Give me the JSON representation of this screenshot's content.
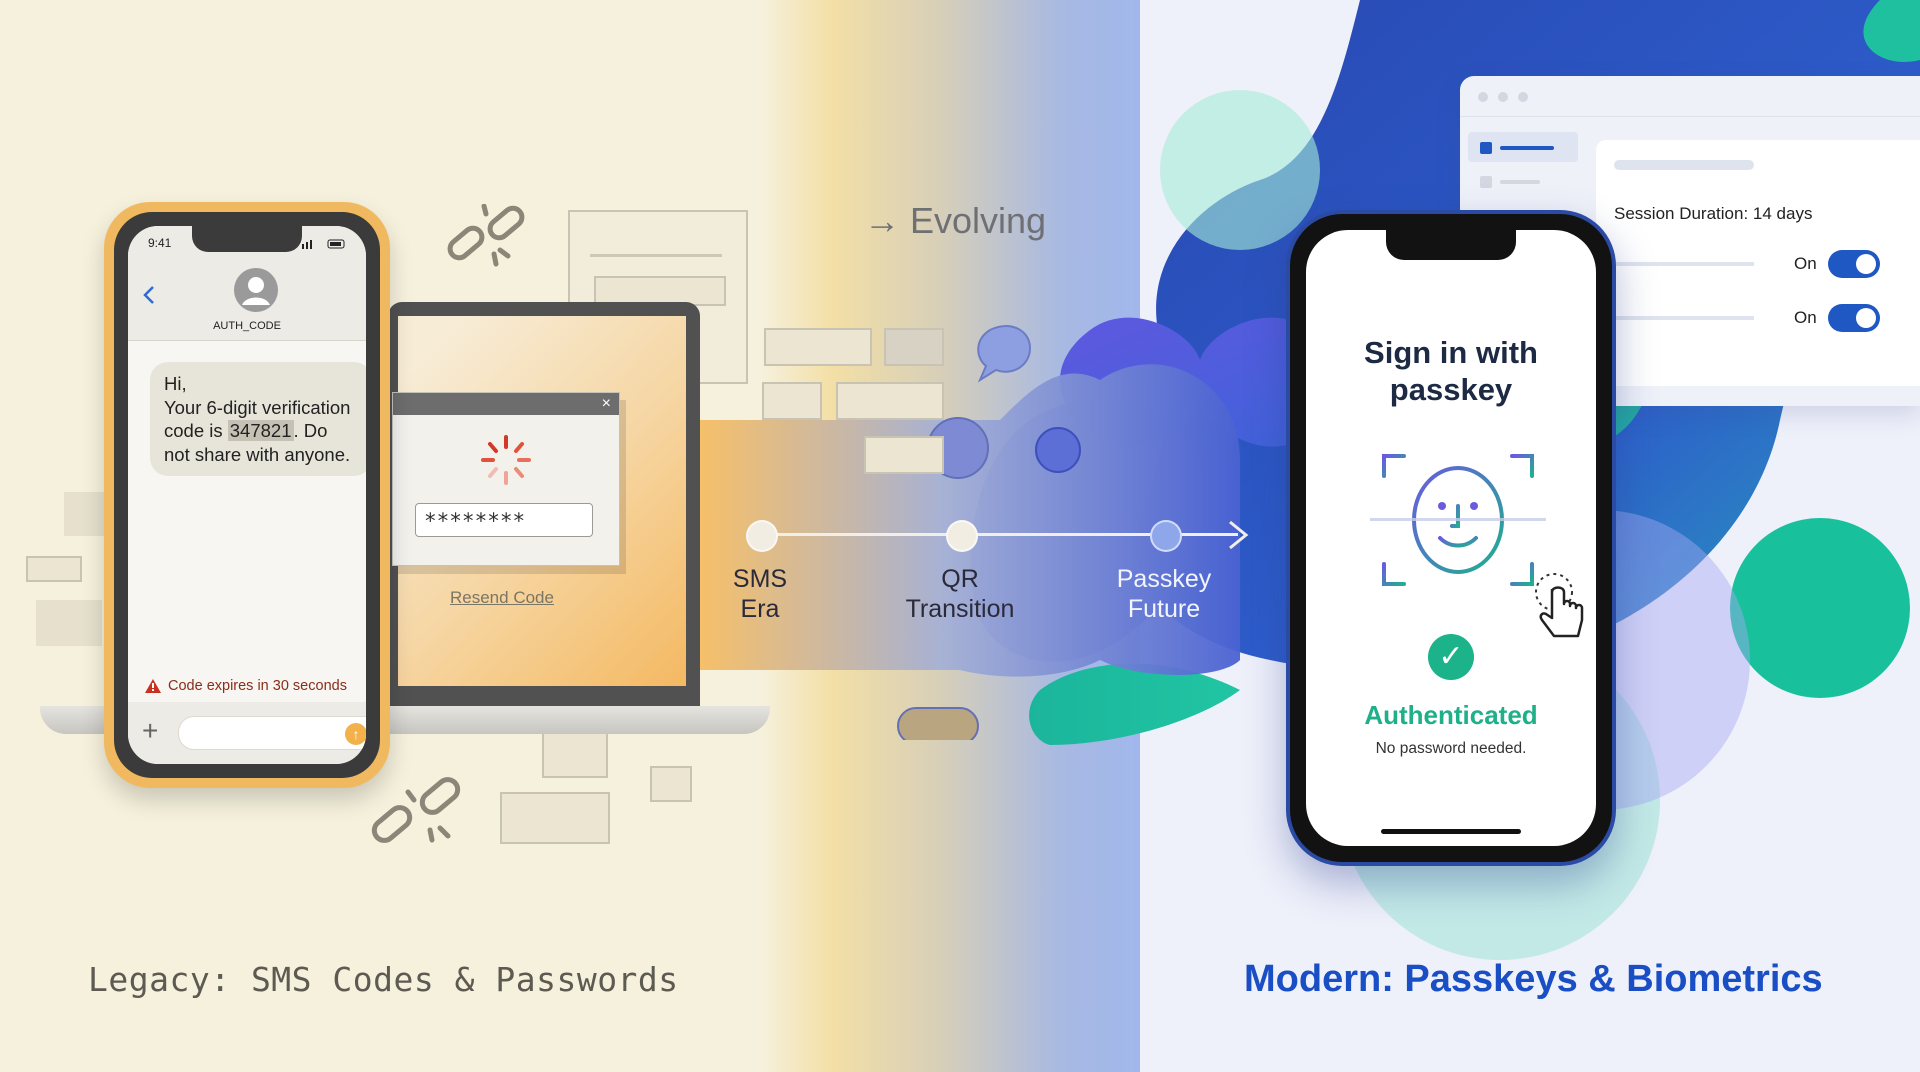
{
  "legacy_phone": {
    "time": "9:41",
    "contact": "AUTH_CODE",
    "message_before_code": "Hi,\nYour 6-digit verification code is ",
    "code": "347821",
    "message_after_code": ". Do not share with anyone.",
    "warning": "Code expires in 30 seconds"
  },
  "laptop": {
    "password_mask": "********",
    "resend_link": "Resend Code",
    "close_glyph": "×"
  },
  "evolving_label": "→ Evolving",
  "timeline": [
    {
      "label_line1": "SMS",
      "label_line2": "Era"
    },
    {
      "label_line1": "QR",
      "label_line2": "Transition"
    },
    {
      "label_line1": "Passkey",
      "label_line2": "Future"
    }
  ],
  "modern_phone": {
    "heading": "Sign in with passkey",
    "status": "Authenticated",
    "substatus": "No password needed."
  },
  "settings": {
    "session_label": "Session Duration: 14 days",
    "toggle1_label": "On",
    "toggle2_label": "On",
    "toggle1_on": true,
    "toggle2_on": true
  },
  "captions": {
    "legacy": "Legacy: SMS Codes & Passwords",
    "modern": "Modern: Passkeys & Biometrics"
  },
  "colors": {
    "legacy_bg": "#f6f1dd",
    "modern_bg": "#eef0fa",
    "brand_blue": "#1a4ec4",
    "success_green": "#1fb089",
    "legacy_phone_frame": "#f1b95f"
  },
  "icons": [
    "chain-link-icon",
    "back-chevron-icon",
    "avatar-icon",
    "warning-icon",
    "plus-icon",
    "send-arrow-icon",
    "spinner-icon",
    "face-scan-icon",
    "checkmark-icon",
    "tap-hand-icon",
    "chat-bubble-icon"
  ]
}
